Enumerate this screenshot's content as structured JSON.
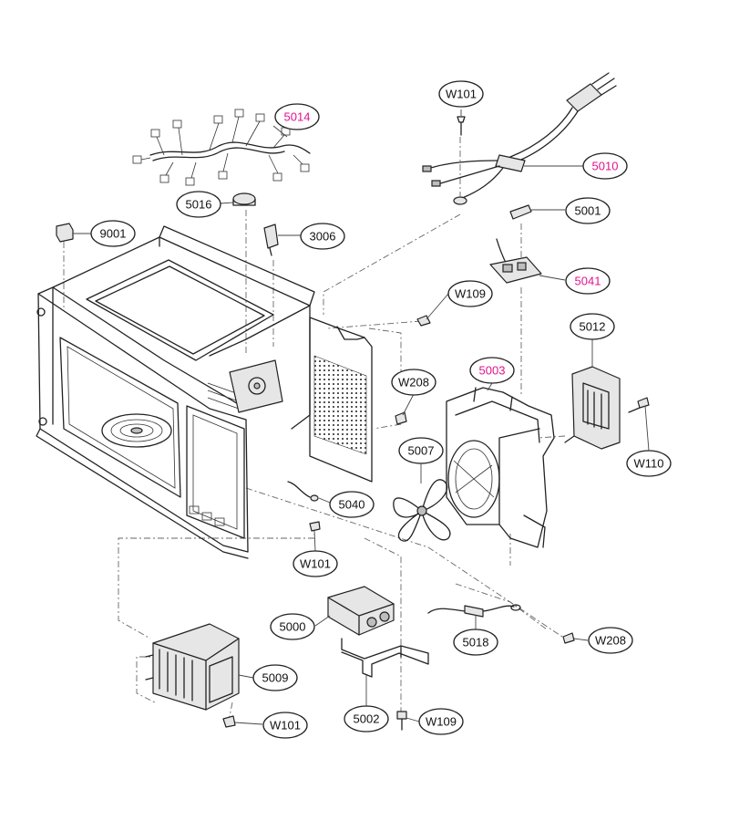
{
  "colors": {
    "normal": "#111111",
    "highlight": "#e0158e",
    "line": "#222222"
  },
  "labels": {
    "W101_top": "W101",
    "c5014": "5014",
    "c5010": "5010",
    "c5001": "5001",
    "c5016": "5016",
    "c9001": "9001",
    "c3006": "3006",
    "c5041": "5041",
    "W109_mid": "W109",
    "c5012": "5012",
    "c5003": "5003",
    "W208_mid": "W208",
    "c5007": "5007",
    "W110": "W110",
    "c5040": "5040",
    "W101_mid": "W101",
    "c5000": "5000",
    "c5018": "5018",
    "W208_low": "W208",
    "c5009": "5009",
    "c5002": "5002",
    "W101_low": "W101",
    "W109_low": "W109"
  },
  "highlighted": [
    "c5014",
    "c5010",
    "c5041",
    "c5003"
  ]
}
